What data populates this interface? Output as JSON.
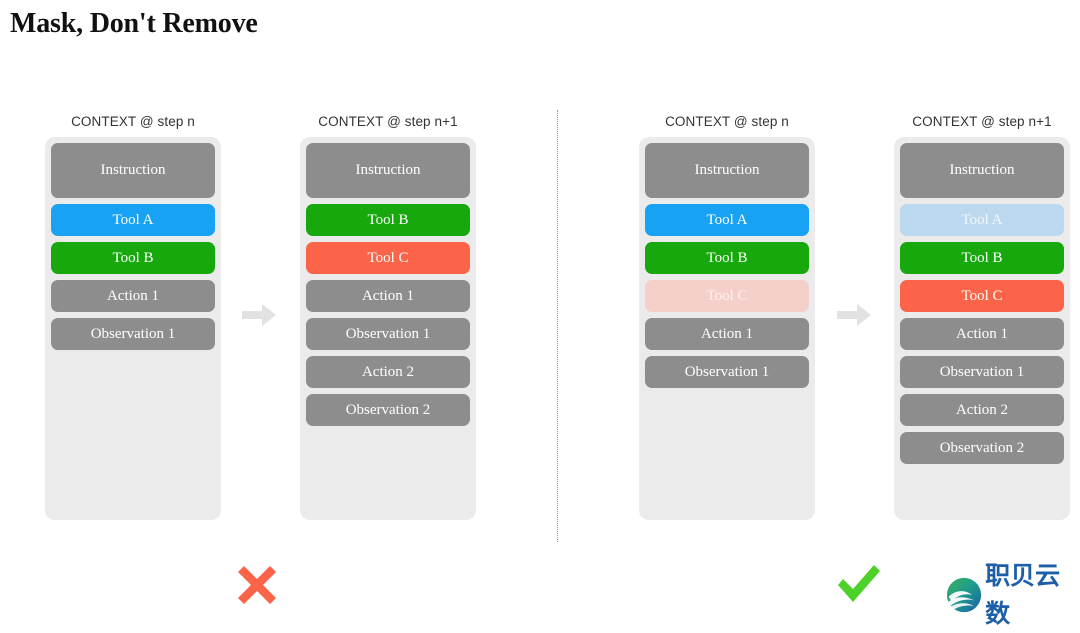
{
  "page": {
    "title": "Mask, Don't Remove",
    "background": "#ffffff"
  },
  "colors": {
    "panel_bg": "#ebebeb",
    "card_gray": "#8d8d8d",
    "card_blue": "#17a2f3",
    "card_green": "#16a80c",
    "card_red": "#fb6449",
    "card_blue_masked": "#bcd8ef",
    "card_red_masked": "#f5cfc9",
    "arrow": "#e2e2e2",
    "cross": "#fb6449",
    "check": "#4cd228",
    "divider": "#9a9a9a",
    "logo_text": "#1c5fa8"
  },
  "divider": {
    "name": "vertical-dotted-divider"
  },
  "left_example": {
    "verdict": "cross",
    "verdict_label": "✖",
    "arrow_label": "→",
    "columns": [
      {
        "header": "CONTEXT @ step n",
        "cards": [
          {
            "label": "Instruction",
            "style": "gray",
            "size": "tall"
          },
          {
            "label": "Tool A",
            "style": "blue",
            "size": "normal"
          },
          {
            "label": "Tool B",
            "style": "green",
            "size": "normal"
          },
          {
            "label": "Action 1",
            "style": "gray",
            "size": "normal"
          },
          {
            "label": "Observation 1",
            "style": "gray",
            "size": "normal"
          }
        ]
      },
      {
        "header": "CONTEXT @ step n+1",
        "cards": [
          {
            "label": "Instruction",
            "style": "gray",
            "size": "tall"
          },
          {
            "label": "Tool B",
            "style": "green",
            "size": "normal"
          },
          {
            "label": "Tool C",
            "style": "red",
            "size": "normal"
          },
          {
            "label": "Action 1",
            "style": "gray",
            "size": "normal"
          },
          {
            "label": "Observation 1",
            "style": "gray",
            "size": "normal"
          },
          {
            "label": "Action 2",
            "style": "gray",
            "size": "normal"
          },
          {
            "label": "Observation 2",
            "style": "gray",
            "size": "normal"
          }
        ]
      }
    ]
  },
  "right_example": {
    "verdict": "check",
    "verdict_label": "✔",
    "arrow_label": "→",
    "columns": [
      {
        "header": "CONTEXT @ step n",
        "cards": [
          {
            "label": "Instruction",
            "style": "gray",
            "size": "tall"
          },
          {
            "label": "Tool A",
            "style": "blue",
            "size": "normal"
          },
          {
            "label": "Tool B",
            "style": "green",
            "size": "normal"
          },
          {
            "label": "Tool C",
            "style": "red-faded",
            "size": "normal"
          },
          {
            "label": "Action 1",
            "style": "gray",
            "size": "normal"
          },
          {
            "label": "Observation 1",
            "style": "gray",
            "size": "normal"
          }
        ]
      },
      {
        "header": "CONTEXT @ step n+1",
        "cards": [
          {
            "label": "Instruction",
            "style": "gray",
            "size": "tall"
          },
          {
            "label": "Tool A",
            "style": "blue-faded",
            "size": "normal"
          },
          {
            "label": "Tool B",
            "style": "green",
            "size": "normal"
          },
          {
            "label": "Tool C",
            "style": "red",
            "size": "normal"
          },
          {
            "label": "Action 1",
            "style": "gray",
            "size": "normal"
          },
          {
            "label": "Observation 1",
            "style": "gray",
            "size": "normal"
          },
          {
            "label": "Action 2",
            "style": "gray",
            "size": "normal"
          },
          {
            "label": "Observation 2",
            "style": "gray",
            "size": "normal"
          }
        ]
      }
    ]
  },
  "watermark": {
    "text": "职贝云数",
    "mark_name": "wave-circle-logo"
  }
}
